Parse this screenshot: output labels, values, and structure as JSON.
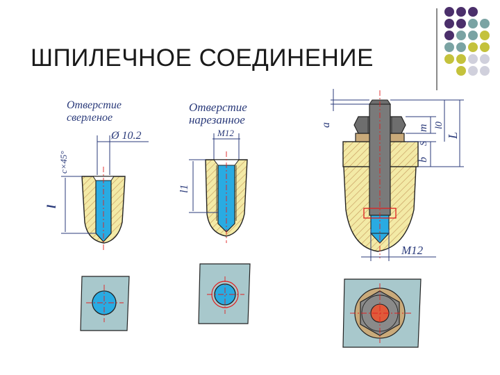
{
  "page": {
    "title": "ШПИЛЕЧНОЕ СОЕДИНЕНИЕ"
  },
  "colors": {
    "title": "#1a1a1a",
    "part_fill": "#f3eaa6",
    "hatch": "#c9a063",
    "stud_fill": "#29abe2",
    "nut_fill": "#6e6e6e",
    "washer_fill": "#c9aa7a",
    "label": "#2a3a7a",
    "axis": "#e02020",
    "plate_fill": "#a8c8cc",
    "dot_purple": "#4b2f6b",
    "dot_teal": "#7aa3a3",
    "dot_olive": "#c4c23c",
    "dot_gray": "#d0d0dc"
  },
  "decor_dots": [
    [
      "purple",
      "purple",
      "purple",
      ""
    ],
    [
      "purple",
      "purple",
      "teal",
      "teal"
    ],
    [
      "purple",
      "teal",
      "teal",
      "olive"
    ],
    [
      "teal",
      "teal",
      "olive",
      "olive"
    ],
    [
      "olive",
      "olive",
      "gray",
      "gray"
    ],
    [
      "",
      "olive",
      "gray",
      "gray"
    ]
  ],
  "drilled": {
    "caption_line1": "Отверстие",
    "caption_line2": "сверленое",
    "diameter": "Ø 10.2",
    "chamfer": "c×45°",
    "depth": "l"
  },
  "threaded": {
    "caption_line1": "Отверстие",
    "caption_line2": "нарезанное",
    "thread": "M12",
    "depth": "l1"
  },
  "assembly": {
    "dim_a": "a",
    "dim_m": "m",
    "dim_s": "S",
    "dim_b": "b",
    "dim_l0": "l0",
    "dim_L": "L",
    "thread": "M12"
  }
}
